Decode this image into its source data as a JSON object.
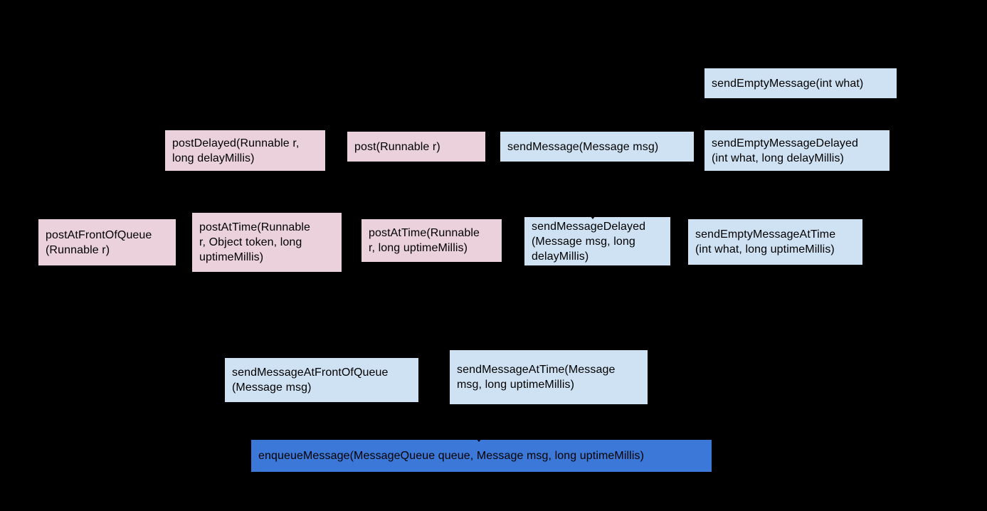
{
  "colors": {
    "background": "#000000",
    "post_method_fill": "#ead1dc",
    "send_method_fill": "#cfe2f3",
    "enqueue_fill": "#3c78d8",
    "text": "#000000"
  },
  "diagram": {
    "description": "Android Handler message-posting methods converging on enqueueMessage",
    "nodes": {
      "sendEmptyMessage": {
        "label": "sendEmptyMessage(int what)",
        "fill": "#cfe2f3"
      },
      "postDelayed": {
        "label": "postDelayed(Runnable r,\nlong delayMillis)",
        "fill": "#ead1dc"
      },
      "post": {
        "label": "post(Runnable r)",
        "fill": "#ead1dc"
      },
      "sendMessage": {
        "label": "sendMessage(Message msg)",
        "fill": "#cfe2f3"
      },
      "sendEmptyMessageDelayed": {
        "label": "sendEmptyMessageDelayed\n(int what, long delayMillis)",
        "fill": "#cfe2f3"
      },
      "postAtFrontOfQueue": {
        "label": "postAtFrontOfQueue\n(Runnable r)",
        "fill": "#ead1dc"
      },
      "postAtTimeToken": {
        "label": "postAtTime(Runnable\nr, Object token, long\nuptimeMillis)",
        "fill": "#ead1dc"
      },
      "postAtTime": {
        "label": "postAtTime(Runnable\nr, long uptimeMillis)",
        "fill": "#ead1dc"
      },
      "sendMessageDelayed": {
        "label": "sendMessageDelayed\n(Message msg, long\ndelayMillis)",
        "fill": "#cfe2f3"
      },
      "sendEmptyMessageAtTime": {
        "label": "sendEmptyMessageAtTime\n(int what, long uptimeMillis)",
        "fill": "#cfe2f3"
      },
      "sendMessageAtFrontOfQueue": {
        "label": "sendMessageAtFrontOfQueue\n(Message msg)",
        "fill": "#cfe2f3"
      },
      "sendMessageAtTime": {
        "label": "sendMessageAtTime(Message\nmsg, long uptimeMillis)",
        "fill": "#cfe2f3"
      },
      "enqueueMessage": {
        "label": "enqueueMessage(MessageQueue queue, Message msg, long uptimeMillis)",
        "fill": "#3c78d8"
      }
    }
  }
}
